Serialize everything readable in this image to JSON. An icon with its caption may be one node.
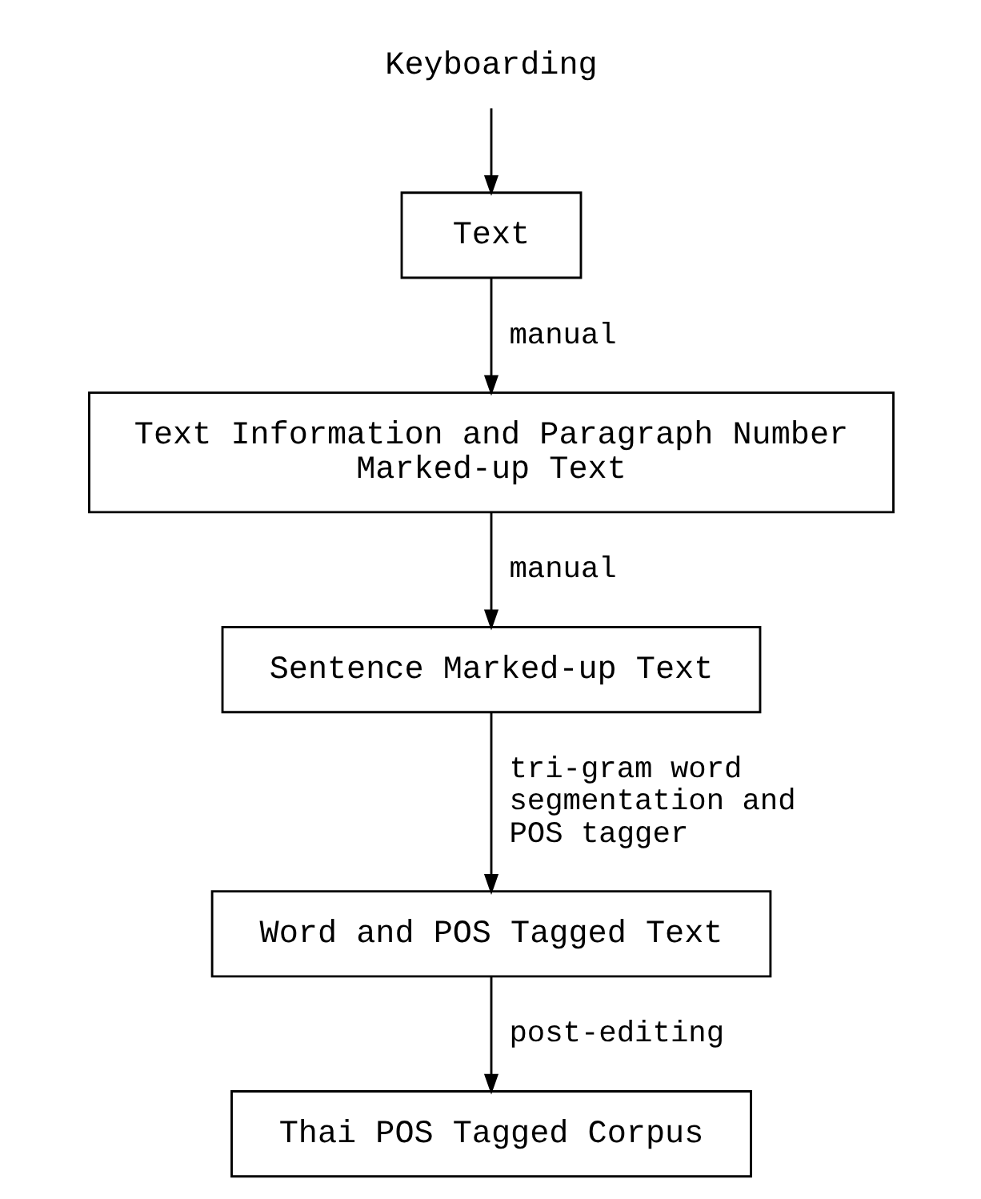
{
  "diagram": {
    "nodes": [
      {
        "text": [
          "Keyboarding"
        ]
      },
      {
        "text": [
          "Text"
        ]
      },
      {
        "text": [
          "Text Information and Paragraph Number Marked-up Text"
        ]
      },
      {
        "text": [
          "Sentence Marked-up Text"
        ]
      },
      {
        "text": [
          "Word and POS Tagged Text"
        ]
      },
      {
        "text": [
          "Thai POS Tagged Corpus"
        ]
      }
    ],
    "edges": [
      {
        "from": 0,
        "to": 1,
        "arrow": "to"
      },
      {
        "from": 1,
        "to": 2,
        "arrow": "to",
        "label": "manual"
      },
      {
        "from": 2,
        "to": 3,
        "arrow": "to",
        "label": "manual"
      },
      {
        "from": 3,
        "to": 4,
        "arrow": "to",
        "label": "tri-gram word segmentation and POS tagger"
      },
      {
        "from": 4,
        "to": 5,
        "arrow": "to",
        "label": "post-editing"
      }
    ]
  }
}
